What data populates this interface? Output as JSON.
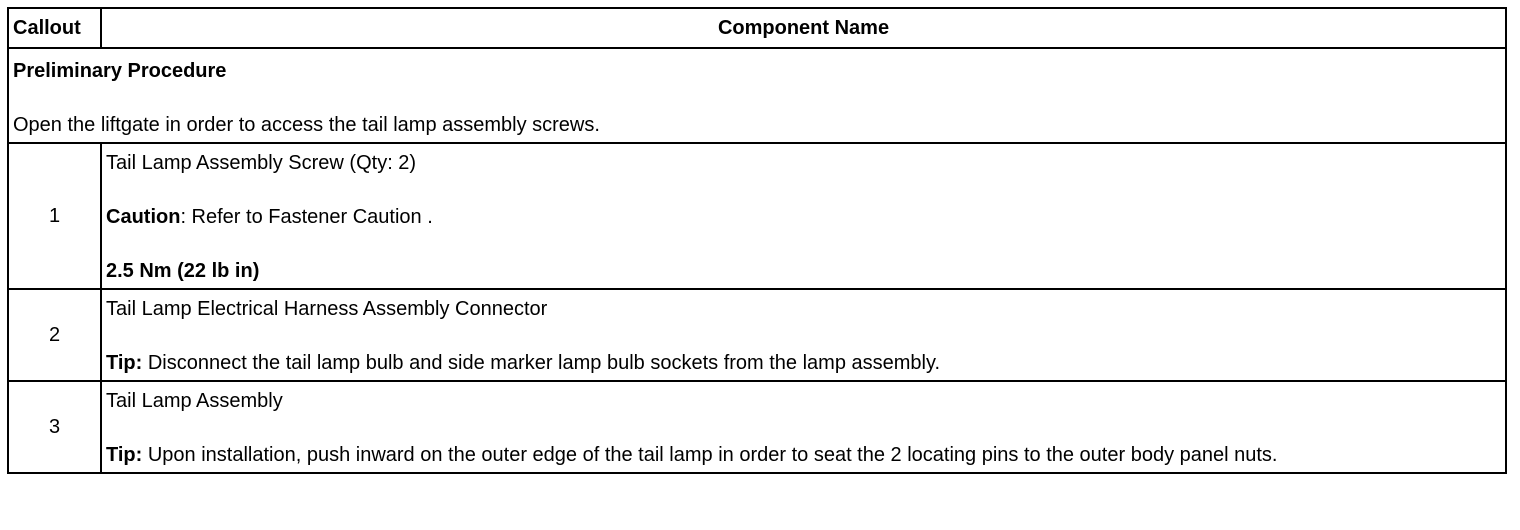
{
  "table": {
    "headers": {
      "callout": "Callout",
      "component": "Component Name"
    },
    "preliminary": {
      "title": "Preliminary Procedure",
      "text": "Open the liftgate in order to access the tail lamp assembly screws."
    },
    "rows": [
      {
        "callout": "1",
        "name": "Tail Lamp Assembly Screw (Qty: 2)",
        "caution_label": "Caution",
        "caution_text": ": Refer to Fastener Caution .",
        "torque": "2.5 Nm (22 lb in)"
      },
      {
        "callout": "2",
        "name": "Tail Lamp Electrical Harness Assembly Connector",
        "tip_label": "Tip:",
        "tip_text": " Disconnect the tail lamp bulb and side marker lamp bulb sockets from the lamp assembly."
      },
      {
        "callout": "3",
        "name": "Tail Lamp Assembly",
        "tip_label": "Tip:",
        "tip_text": " Upon installation, push inward on the outer edge of the tail lamp in order to seat the 2 locating pins to the outer body panel nuts."
      }
    ]
  }
}
